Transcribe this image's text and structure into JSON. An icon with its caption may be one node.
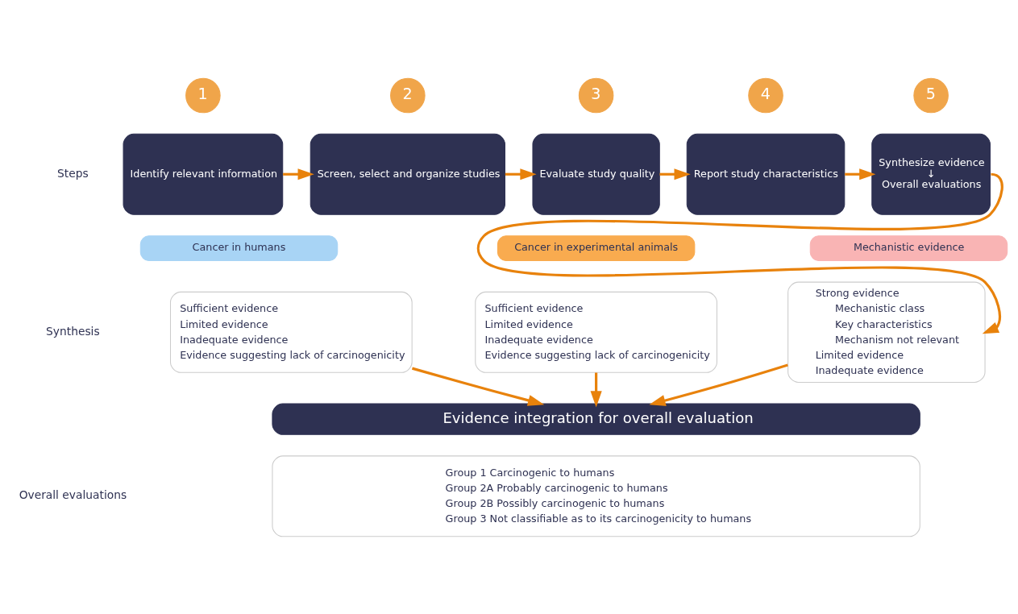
{
  "diagram": {
    "nodes": [
      {
        "text": [
          "Identify relevant information"
        ]
      },
      {
        "text": [
          "1"
        ]
      },
      {
        "text": [
          "Screen, select and organize studies"
        ]
      },
      {
        "text": [
          "2"
        ]
      },
      {
        "text": [
          "Evaluate study quality"
        ]
      },
      {
        "text": [
          "3"
        ]
      },
      {
        "text": [
          "Report study characteristics"
        ]
      },
      {
        "text": [
          "4"
        ]
      },
      {
        "text": [
          "Synthesize evidence",
          "↓",
          "Overall evaluations"
        ]
      },
      {
        "text": [
          "5"
        ]
      },
      {
        "text": [
          "Cancer in humans"
        ]
      },
      {
        "text": [
          "Sufficient evidence",
          "Limited evidence",
          "Inadequate evidence",
          "Evidence suggesting lack of carcinogenicity"
        ]
      },
      {
        "text": [
          "Cancer in experimental animals"
        ]
      },
      {
        "text": [
          "Sufficient evidence",
          "Limited evidence",
          "Inadequate evidence",
          "Evidence suggesting lack of carcinogenicity"
        ]
      },
      {
        "text": [
          "Mechanistic evidence"
        ]
      },
      {
        "text": [
          "Strong evidence",
          "Mechanistic class",
          "Key characteristics",
          "Mechanism not relevant",
          "Limited evidence",
          "Inadequate evidence"
        ]
      },
      {
        "text": [
          "Evidence integration for overall evaluation"
        ]
      },
      {
        "text": [
          "Group 1 Carcinogenic to humans",
          "Group 2A Probably carcinogenic to humans",
          "Group 2B Possibly carcinogenic to humans",
          "Group 3 Not classifiable as to its carcinogenicity to humans"
        ]
      }
    ],
    "edges": [
      {
        "from": 0,
        "to": 2,
        "arrow": "to"
      },
      {
        "from": 2,
        "to": 4,
        "arrow": "to"
      },
      {
        "from": 4,
        "to": 6,
        "arrow": "to"
      },
      {
        "from": 6,
        "to": 8,
        "arrow": "to"
      },
      {
        "from": 8,
        "to": 15,
        "arrow": "to"
      },
      {
        "from": 11,
        "to": 16,
        "arrow": "to"
      },
      {
        "from": 13,
        "to": 16,
        "arrow": "to"
      },
      {
        "from": 15,
        "to": 16,
        "arrow": "to"
      }
    ],
    "labels": [
      "Steps",
      "Synthesis",
      "Overall evaluations"
    ]
  }
}
